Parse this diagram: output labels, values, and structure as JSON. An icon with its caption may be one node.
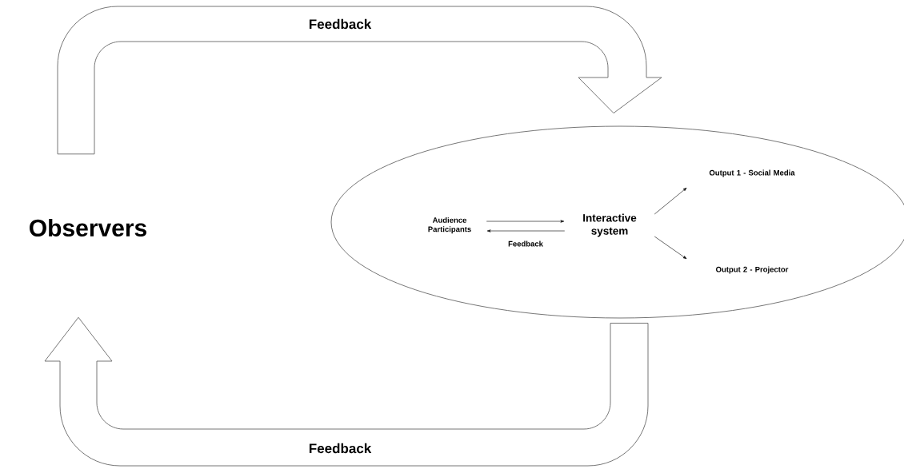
{
  "diagram": {
    "nodes": [
      {
        "text": [
          "Observers"
        ]
      },
      {
        "text": [],
        "shape": "ellipse"
      },
      {
        "text": [
          "Audience Participants"
        ],
        "in": 1
      },
      {
        "text": [
          "Interactive system"
        ],
        "in": 1
      },
      {
        "text": [
          "Output 1 - Social Media"
        ],
        "in": 1
      },
      {
        "text": [
          "Output 2 - Projector"
        ],
        "in": 1
      }
    ],
    "edges": [
      {
        "from": 2,
        "to": 3,
        "arrow": "to"
      },
      {
        "from": 3,
        "to": 2,
        "arrow": "to",
        "label": "Feedback"
      },
      {
        "from": 3,
        "to": 4,
        "arrow": "to"
      },
      {
        "from": 3,
        "to": 5,
        "arrow": "to"
      },
      {
        "from": 0,
        "to": 1,
        "arrow": "to",
        "label": "Feedback",
        "style": "thick",
        "color": "#666666"
      },
      {
        "from": 1,
        "to": 0,
        "arrow": "to",
        "label": "Feedback",
        "style": "thick",
        "color": "#666666"
      }
    ]
  }
}
